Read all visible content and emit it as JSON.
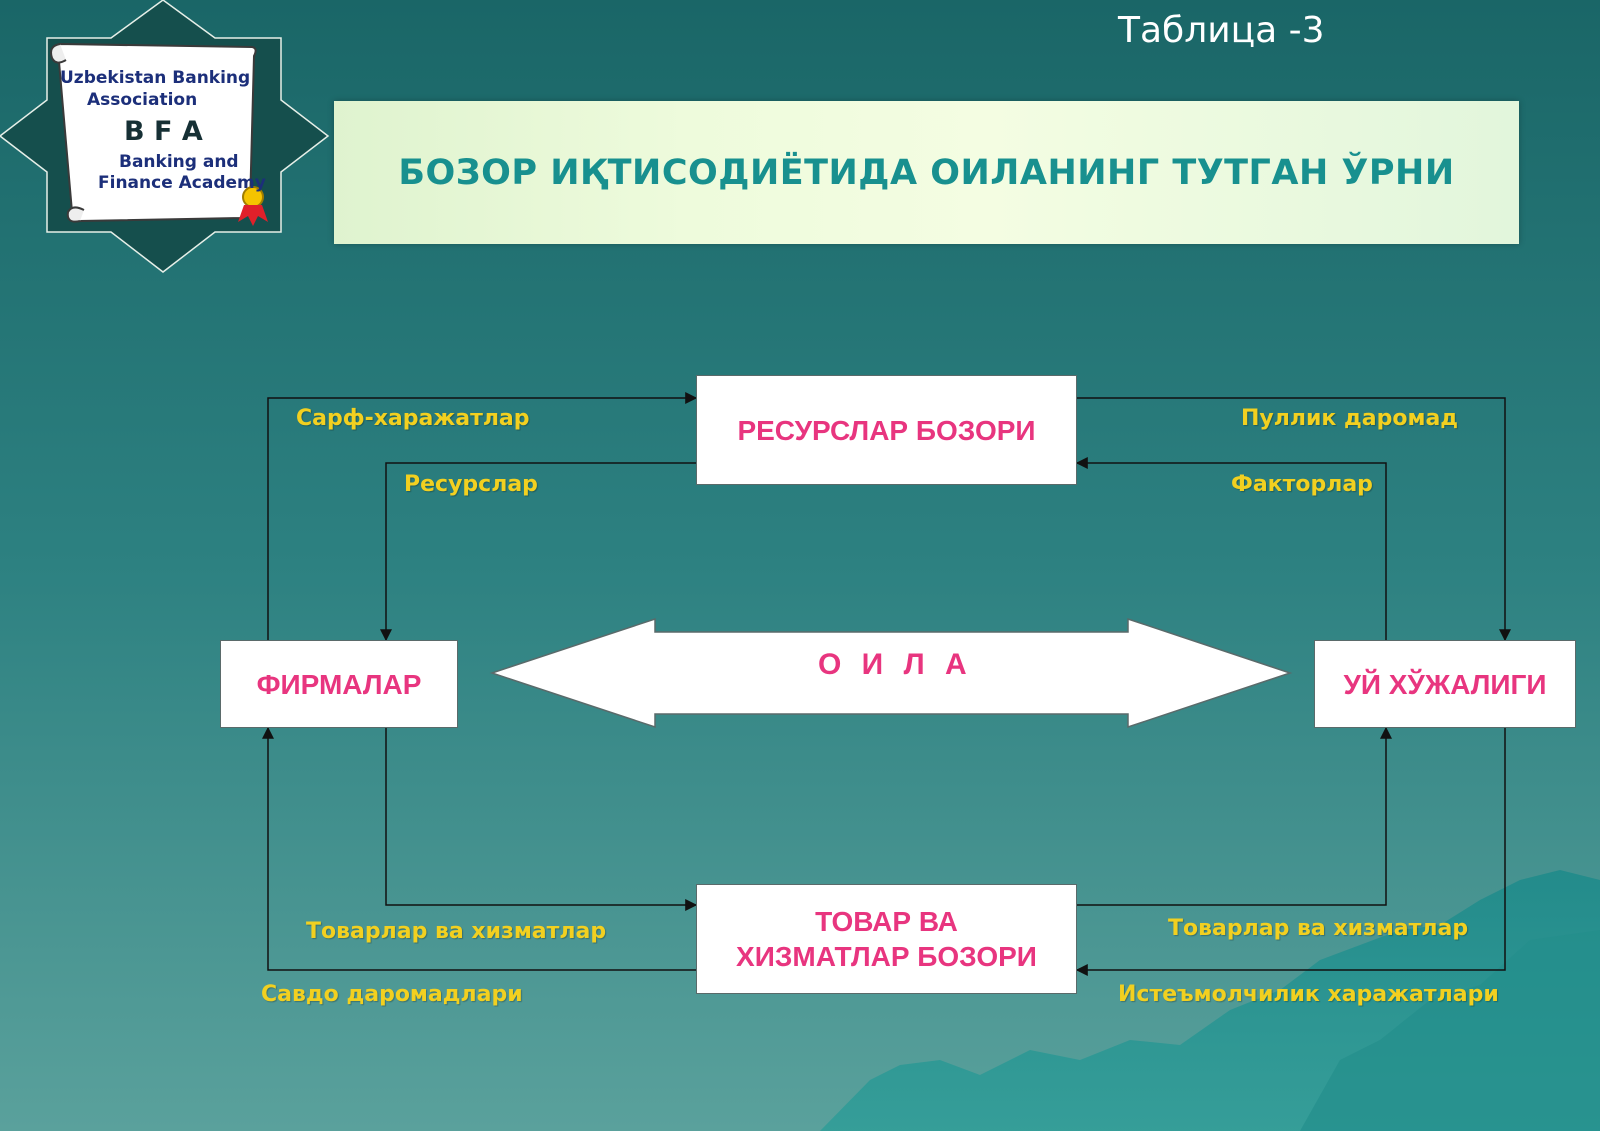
{
  "header": {
    "table_no": "Таблица -3",
    "title": "БОЗОР ИҚТИСОДИЁТИДА ОИЛАНИНГ ТУТГАН ЎРНИ"
  },
  "logo": {
    "line1": "Uzbekistan Banking",
    "line2": "Association",
    "abbr": "B F A",
    "line3": "Banking and",
    "line4": "Finance Academy"
  },
  "nodes": {
    "resources_market": "РЕСУРСЛАР БОЗОРИ",
    "goods_market_line1": "ТОВАР ВА",
    "goods_market_line2": "ХИЗМАТЛАР БОЗОРИ",
    "firms": "ФИРМАЛАР",
    "households": "УЙ ХЎЖАЛИГИ",
    "family": "О И Л А"
  },
  "flows": {
    "expenses": "Сарф-харажатлар",
    "resources": "Ресурслар",
    "money_income": "Пуллик даромад",
    "factors": "Факторлар",
    "goods_services_left": "Товарлар ва хизматлар",
    "sales_revenue": "Савдо даромадлари",
    "goods_services_right": "Товарлар ва хизматлар",
    "consumer_expenses": "Истеъмолчилик харажатлари"
  },
  "colors": {
    "background_top": "#1a6b6c",
    "background_bottom": "#4a9c9a",
    "node_text": "#e8357f",
    "flow_label": "#f2d020",
    "title_text": "#18908f"
  }
}
